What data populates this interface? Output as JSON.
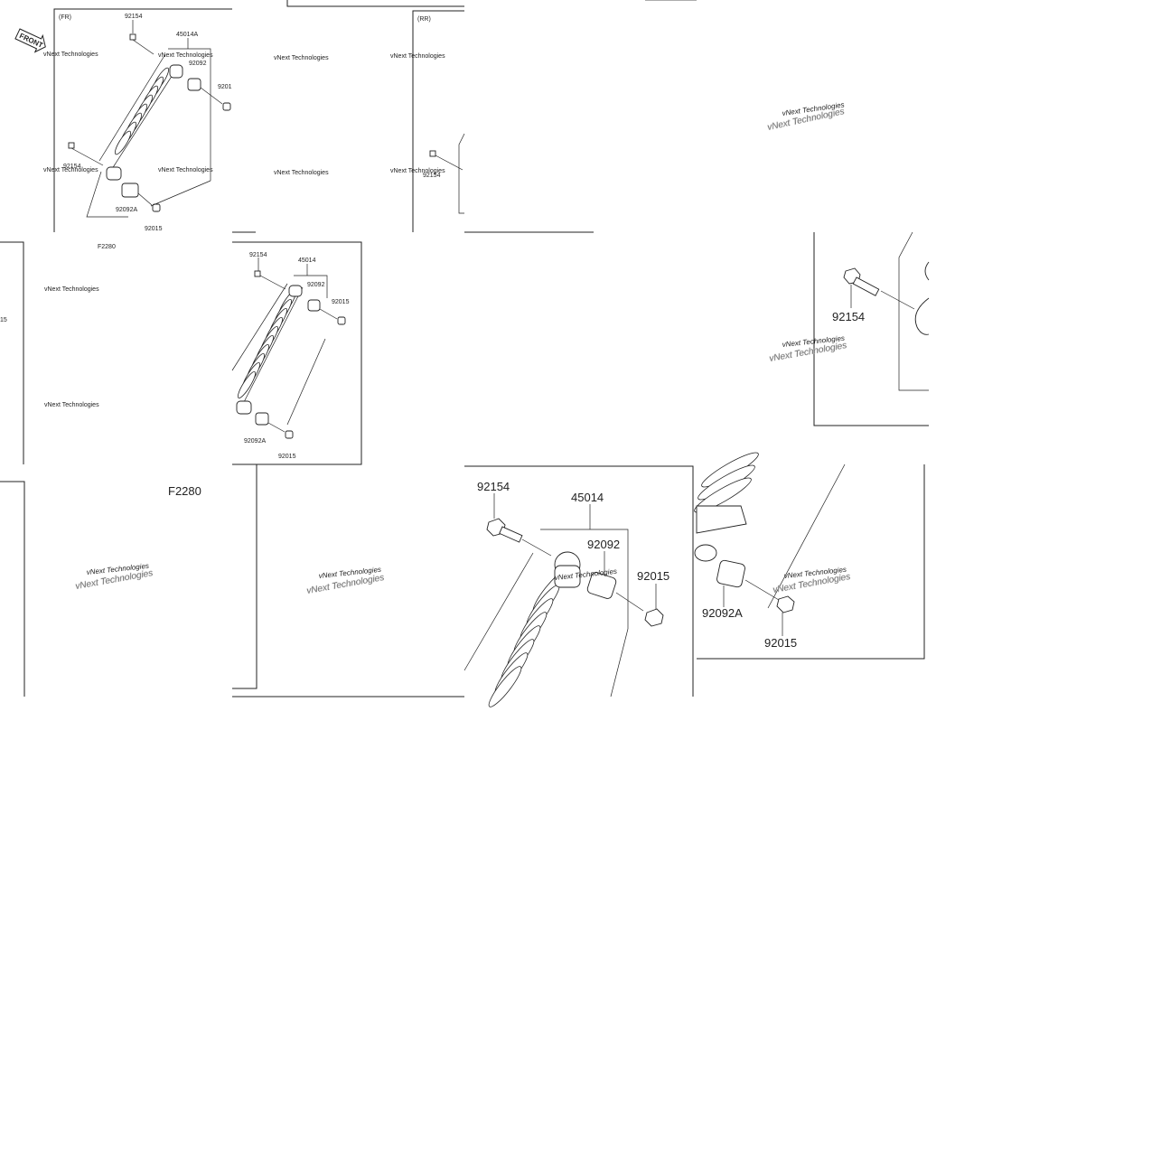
{
  "tiles": {
    "front_small": {
      "view_label": "(FR)",
      "front_badge": "FRONT",
      "parts": [
        "92154",
        "45014A",
        "92092",
        "9201",
        "92154",
        "92092A",
        "92015"
      ],
      "watermark": "vNext Technologies"
    },
    "rear_small": {
      "view_label": "(RR)",
      "parts": [
        "92154"
      ],
      "watermark": "vNext Technologies"
    },
    "rear_medium": {
      "parts": [
        "92154",
        "45014",
        "92092",
        "92015",
        "92092A",
        "92015"
      ],
      "watermark": "vNext Technologies"
    },
    "blank_tiles": {
      "code_small": "F2280",
      "code_large": "F2280",
      "side_fragment": "15"
    },
    "zoom_top": {
      "parts": [
        "92154",
        "45014",
        "92092",
        "92015"
      ],
      "watermark": "vNext Technologies"
    },
    "zoom_bottom": {
      "parts": [
        "92092A",
        "92015"
      ],
      "watermark": "vNext Technologies"
    },
    "zoom_bolt": {
      "parts": [
        "92154"
      ],
      "watermark": "vNext Technologies"
    },
    "watermarks": {
      "text": "vNext Technologies"
    }
  }
}
